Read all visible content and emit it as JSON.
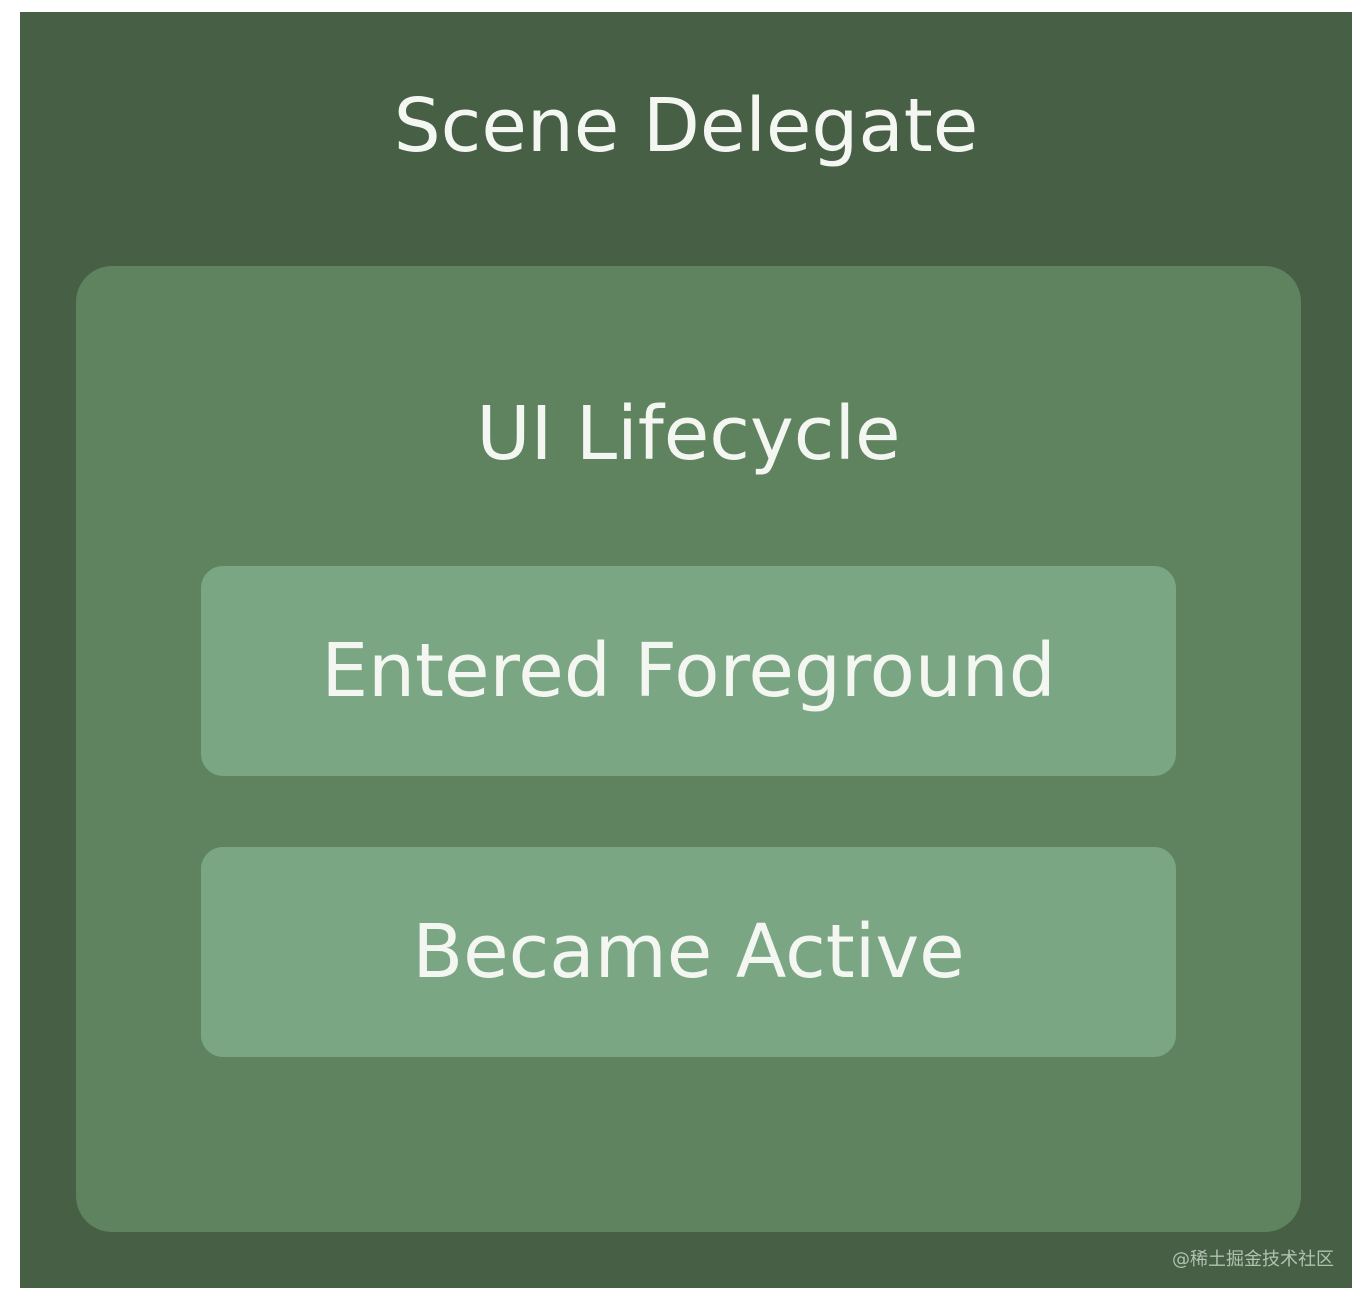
{
  "outer": {
    "title": "Scene Delegate",
    "color": "#465f45"
  },
  "inner": {
    "title": "UI Lifecycle",
    "color": "#60835f"
  },
  "states": [
    {
      "label": "Entered Foreground"
    },
    {
      "label": "Became Active"
    }
  ],
  "state_color": "#7ba684",
  "text_color": "#f3f6f1",
  "watermark": "@稀土掘金技术社区"
}
